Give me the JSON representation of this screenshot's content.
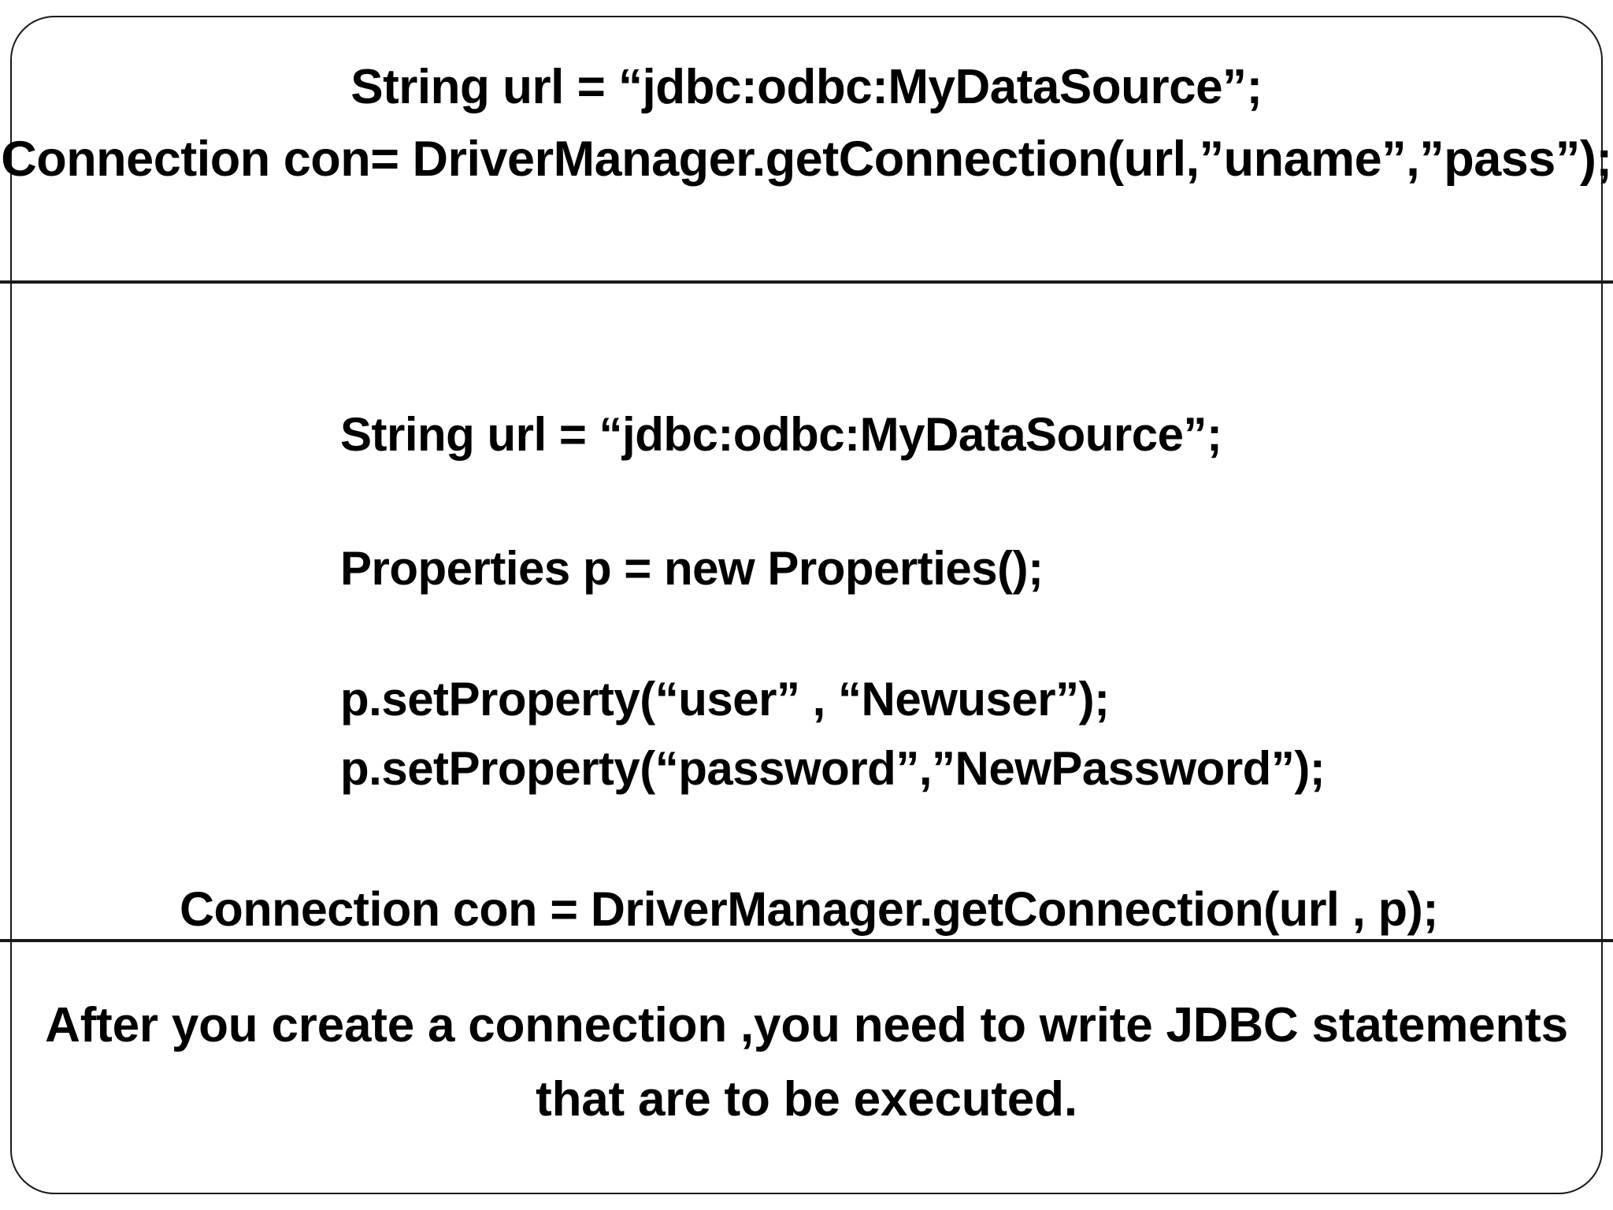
{
  "slide": {
    "background_color": "#ffffff",
    "border_color": "#1a1a1a",
    "text_color": "#000000"
  },
  "sections": {
    "top": {
      "name": "connection-with-credentials-code",
      "lines": [
        "String url = “jdbc:odbc:MyDataSource”;",
        "Connection con= DriverManager.getConnection(url,”uname”,”pass”);"
      ]
    },
    "middle": {
      "name": "connection-with-properties-code",
      "lines": [
        "String url = “jdbc:odbc:MyDataSource”;",
        "Properties p = new Properties();",
        "p.setProperty(“user” , “Newuser”);",
        "p.setProperty(“password”,”NewPassword”);",
        "Connection con = DriverManager.getConnection(url , p);"
      ]
    },
    "bottom": {
      "name": "jdbc-statements-note",
      "lines": [
        "After you create a connection ,you need to write  JDBC statements",
        "that are to be executed."
      ]
    }
  }
}
